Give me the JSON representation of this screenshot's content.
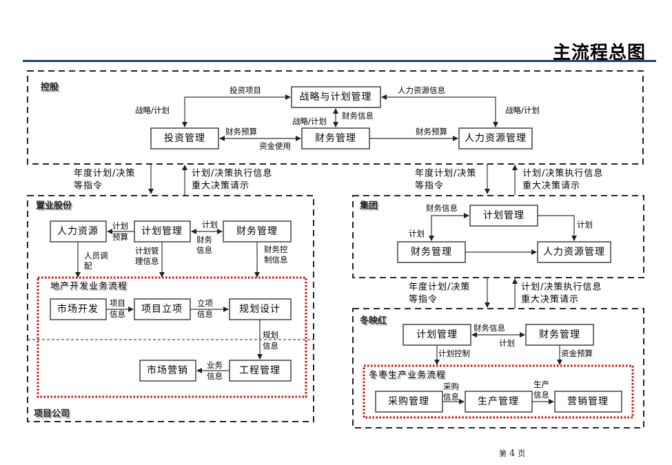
{
  "page": {
    "title": "主流程总图",
    "page_prefix": "第",
    "page_number": "4",
    "page_suffix": "页",
    "accent_color": "#1f3f6b",
    "process_border_color": "#e60000"
  },
  "holding": {
    "section_label": "控股",
    "boxes": {
      "strategy": "战略与计划管理",
      "investment": "投资管理",
      "finance": "财务管理",
      "hr": "人力资源管理"
    },
    "labels": {
      "investment_project": "投资项目",
      "hr_info": "人力资源信息",
      "strategy_plan_left": "战略/计划",
      "strategy_plan_right": "战略/计划",
      "strategy_plan_mid": "战略/计划",
      "finance_info": "财务信息",
      "finance_budget_left": "财务预算",
      "fund_usage": "资金使用",
      "finance_budget_right": "财务预算"
    }
  },
  "links": {
    "down_left": [
      "年度计划/决策",
      "等指令"
    ],
    "up_left": [
      "计划/决策执行信息",
      "重大决策请示"
    ],
    "down_right": [
      "年度计划/决策",
      "等指令"
    ],
    "up_right": [
      "计划/决策执行信息",
      "重大决策请示"
    ],
    "down_right2": [
      "年度计划/决策",
      "等指令"
    ],
    "up_right2": [
      "计划/决策执行信息",
      "重大决策请示"
    ]
  },
  "zhiye": {
    "section_label": "置业股份",
    "boxes": {
      "hr": "人力资源",
      "plan": "计划管理",
      "finance": "财务管理"
    },
    "labels": {
      "plan_budget": [
        "计划",
        "预算"
      ],
      "plan": "计划",
      "finance_info": [
        "财务",
        "信息"
      ],
      "staffing": [
        "人员调",
        "配"
      ],
      "plan_mgmt_info": [
        "计划管",
        "理信息"
      ],
      "finance_ctrl_info": [
        "财务控",
        "制信息"
      ]
    }
  },
  "realestate_process": {
    "title": "地产开发业务流程",
    "boxes": {
      "market_dev": "市场开发",
      "project_setup": "项目立项",
      "planning_design": "规划设计",
      "marketing": "市场营销",
      "engineering": "工程管理"
    },
    "labels": {
      "project_info": [
        "项目",
        "信息"
      ],
      "setup_info": [
        "立项",
        "信息"
      ],
      "planning_info": [
        "规划",
        "信息"
      ],
      "business_info": [
        "业务",
        "信息"
      ]
    }
  },
  "project_company": {
    "section_label": "项目公司"
  },
  "group": {
    "section_label": "集团",
    "boxes": {
      "plan": "计划管理",
      "finance": "财务管理",
      "hr": "人力资源管理"
    },
    "labels": {
      "finance_info": "财务信息",
      "plan_left": "计划",
      "plan_right": "计划"
    }
  },
  "dongying": {
    "section_label": "冬映红",
    "boxes": {
      "plan": "计划管理",
      "finance": "财务管理"
    },
    "labels": {
      "finance_info": "财务信息",
      "plan": "计划",
      "plan_control": "计划控制",
      "fund_budget": "资金预算"
    }
  },
  "jujube_process": {
    "title": "冬枣生产业务流程",
    "boxes": {
      "purchase": "采购管理",
      "production": "生产管理",
      "sales": "营销管理"
    },
    "labels": {
      "purchase_info": [
        "采购",
        "信息"
      ],
      "production_info": [
        "生产",
        "信息"
      ]
    }
  }
}
